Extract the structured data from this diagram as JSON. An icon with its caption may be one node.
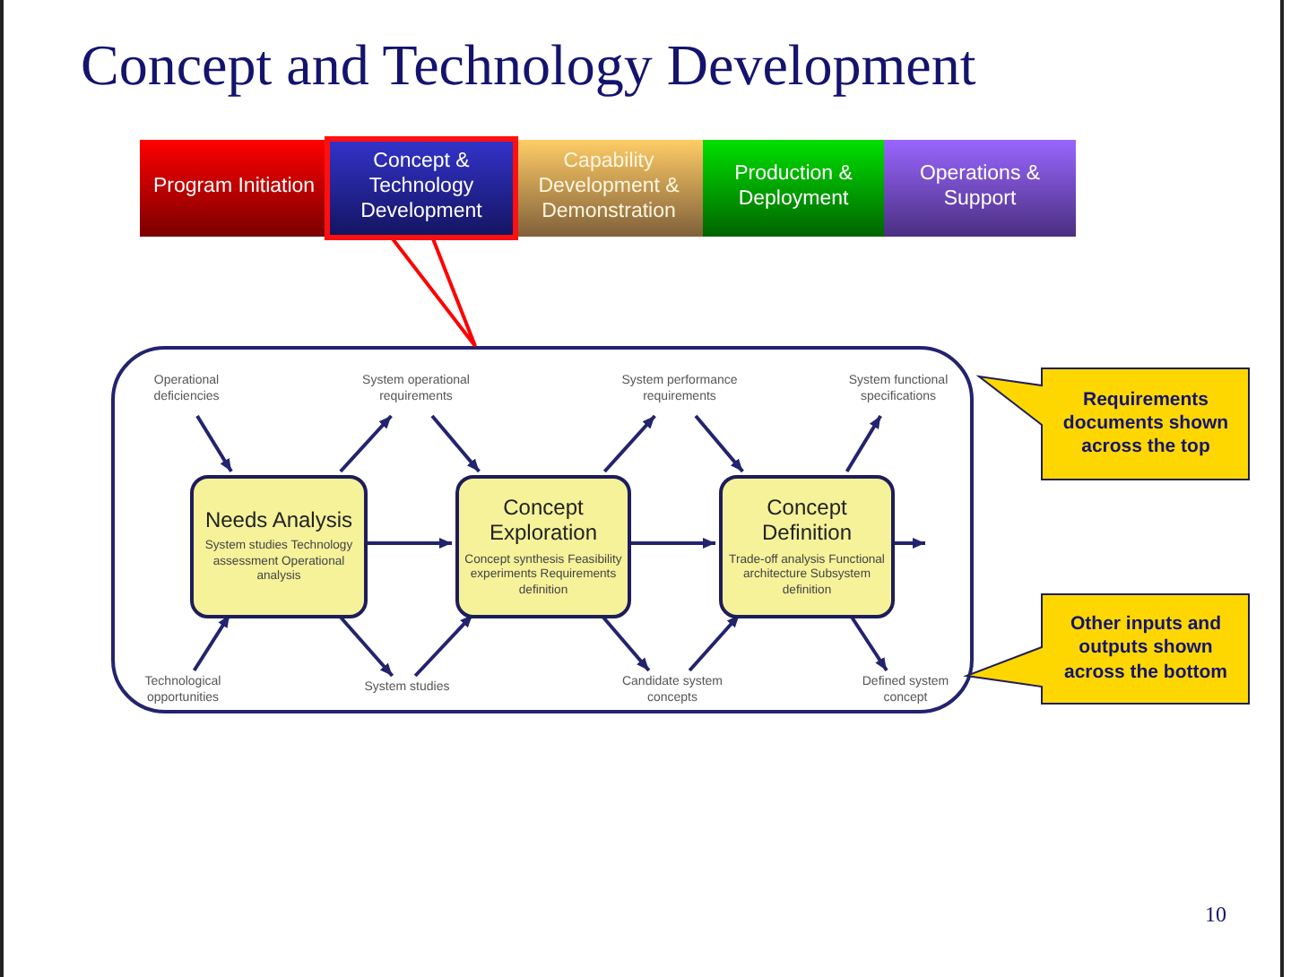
{
  "diagram": {
    "title": "Concept and Technology Development",
    "nodes": [
      {
        "text": [
          "Program Initiation"
        ]
      },
      {
        "text": [
          "Concept & Technology Development"
        ]
      },
      {
        "text": [
          "Capability Development & Demonstration"
        ]
      },
      {
        "text": [
          "Production & Deployment"
        ]
      },
      {
        "text": [
          "Operations & Support"
        ]
      },
      {
        "text": [],
        "shape": "box"
      },
      {
        "text": [
          "Needs Analysis",
          "System studies Technology assessment Operational analysis"
        ],
        "in": 5
      },
      {
        "text": [
          "Concept Exploration",
          "Concept synthesis Feasibility experiments Requirements definition"
        ],
        "in": 5
      },
      {
        "text": [
          "Concept Definition",
          "Trade-off analysis Functional architecture Subsystem definition"
        ],
        "in": 5
      },
      {
        "text": [
          "Operational deficiencies"
        ],
        "in": 5
      },
      {
        "text": [
          "System operational requirements"
        ],
        "in": 5
      },
      {
        "text": [
          "System performance requirements"
        ],
        "in": 5
      },
      {
        "text": [
          "System functional specifications"
        ],
        "in": 5
      },
      {
        "text": [
          "Technological opportunities"
        ],
        "in": 5
      },
      {
        "text": [
          "System studies"
        ],
        "in": 5
      },
      {
        "text": [
          "Candidate system concepts"
        ],
        "in": 5
      },
      {
        "text": [
          "Defined system concept"
        ],
        "in": 5
      },
      {
        "text": [
          "Requirements documents shown across the top"
        ]
      },
      {
        "text": [
          "Other inputs and outputs shown across the bottom"
        ]
      }
    ],
    "edges": [
      {
        "from": 1,
        "to": 5,
        "arrow": "none",
        "color": "#ff0000"
      },
      {
        "from": 9,
        "to": 6,
        "arrow": "to"
      },
      {
        "from": 6,
        "to": 10,
        "arrow": "to"
      },
      {
        "from": 10,
        "to": 7,
        "arrow": "to"
      },
      {
        "from": 7,
        "to": 11,
        "arrow": "to"
      },
      {
        "from": 11,
        "to": 8,
        "arrow": "to"
      },
      {
        "from": 8,
        "to": 12,
        "arrow": "to"
      },
      {
        "from": 6,
        "to": 7,
        "arrow": "to"
      },
      {
        "from": 7,
        "to": 8,
        "arrow": "to"
      },
      {
        "from": 8,
        "to": null,
        "arrow": "to"
      },
      {
        "from": 13,
        "to": 6,
        "arrow": "to"
      },
      {
        "from": 6,
        "to": 14,
        "arrow": "to"
      },
      {
        "from": 14,
        "to": 7,
        "arrow": "to"
      },
      {
        "from": 7,
        "to": 15,
        "arrow": "to"
      },
      {
        "from": 15,
        "to": 8,
        "arrow": "to"
      },
      {
        "from": 8,
        "to": 16,
        "arrow": "to"
      }
    ],
    "labels": [
      "10"
    ]
  }
}
